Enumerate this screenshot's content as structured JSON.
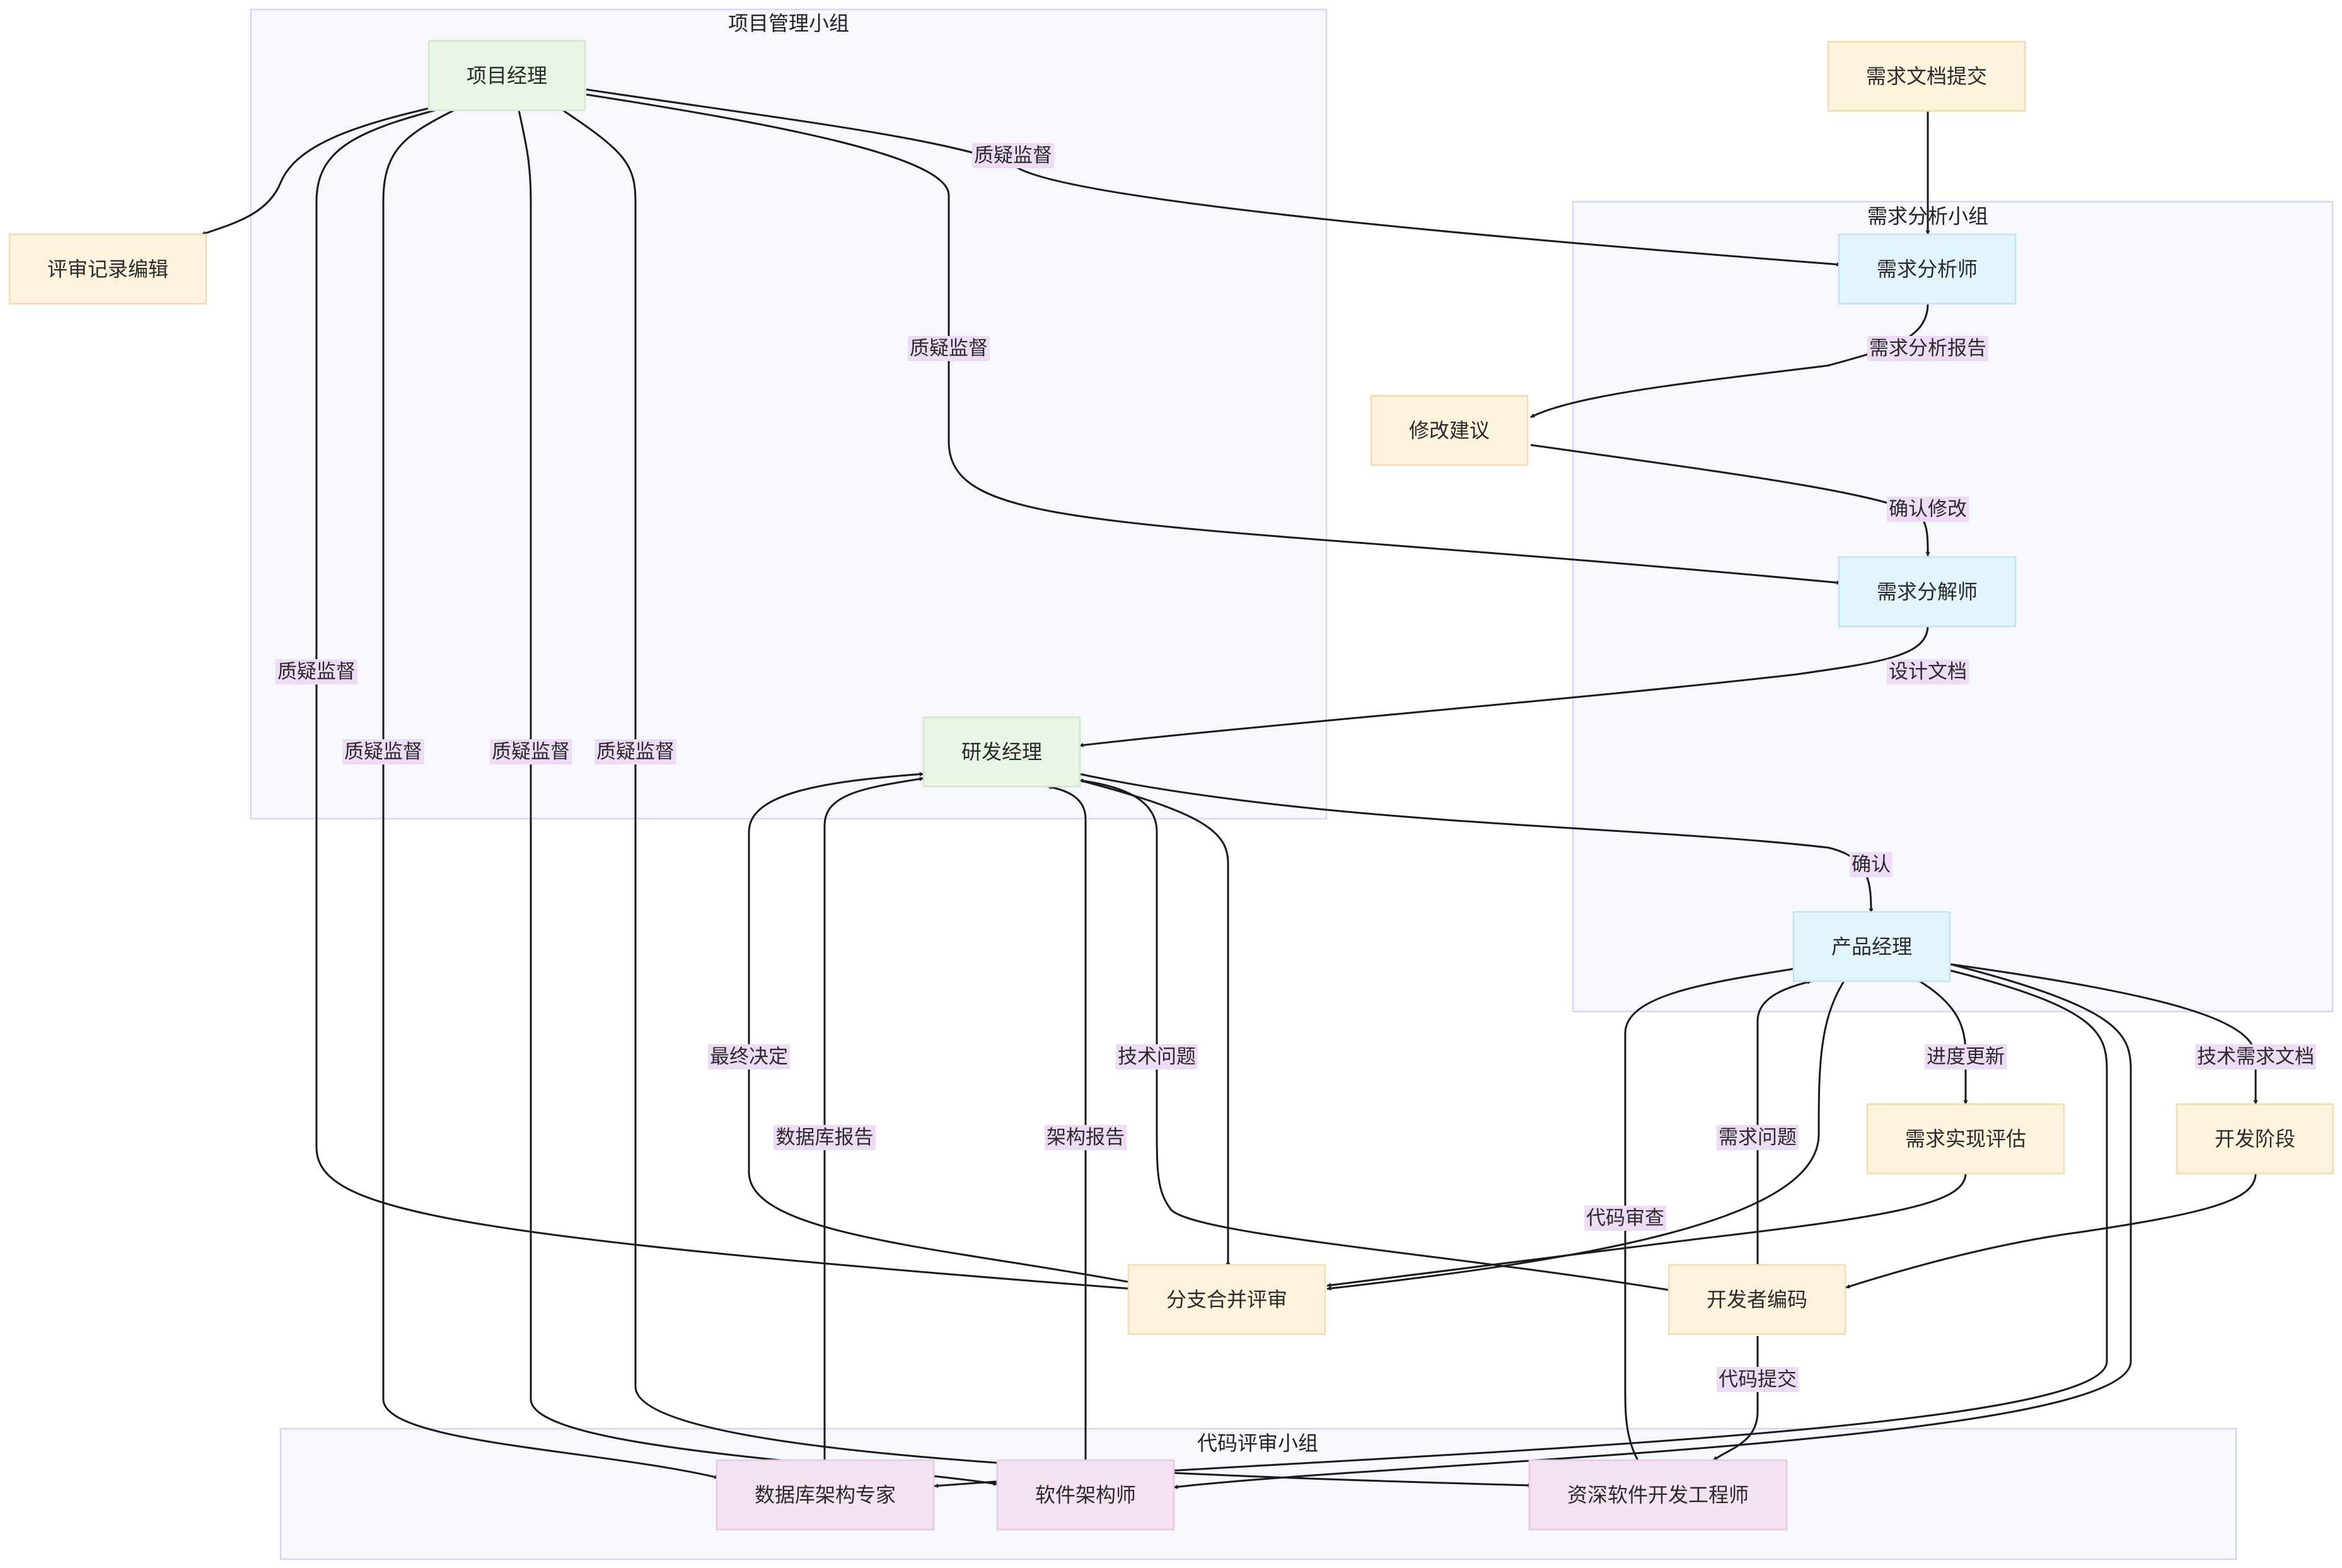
{
  "groups": {
    "pm": "项目管理小组",
    "req": "需求分析小组",
    "code": "代码评审小组"
  },
  "nodes": {
    "project_manager": "项目经理",
    "review_record_edit": "评审记录编辑",
    "req_doc_submit": "需求文档提交",
    "req_analyst": "需求分析师",
    "modify_suggestion": "修改建议",
    "req_decomposer": "需求分解师",
    "rd_manager": "研发经理",
    "product_manager": "产品经理",
    "req_impl_eval": "需求实现评估",
    "dev_stage": "开发阶段",
    "branch_merge_review": "分支合并评审",
    "dev_coding": "开发者编码",
    "db_architect": "数据库架构专家",
    "sw_architect": "软件架构师",
    "senior_engineer": "资深软件开发工程师"
  },
  "edges": {
    "question_supervise": "质疑监督",
    "req_analysis_report": "需求分析报告",
    "confirm_modify": "确认修改",
    "design_doc": "设计文档",
    "confirm": "确认",
    "progress_update": "进度更新",
    "tech_req_doc": "技术需求文档",
    "final_decision": "最终决定",
    "db_report": "数据库报告",
    "arch_report": "架构报告",
    "tech_issue": "技术问题",
    "code_review": "代码审查",
    "req_issue": "需求问题",
    "code_submit": "代码提交"
  }
}
